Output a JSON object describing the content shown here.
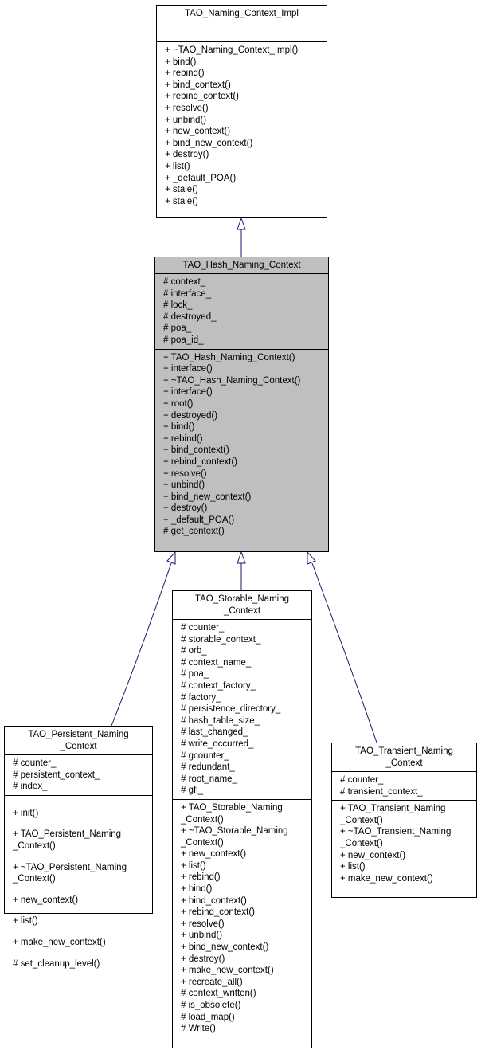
{
  "classes": {
    "naming_context_impl": {
      "name": "TAO_Naming_Context_Impl",
      "attributes": [],
      "operations": [
        "+ ~TAO_Naming_Context_Impl()",
        "+ bind()",
        "+ rebind()",
        "+ bind_context()",
        "+ rebind_context()",
        "+ resolve()",
        "+ unbind()",
        "+ new_context()",
        "+ bind_new_context()",
        "+ destroy()",
        "+ list()",
        "+ _default_POA()",
        "+ stale()",
        "+ stale()"
      ]
    },
    "hash_naming_context": {
      "name": "TAO_Hash_Naming_Context",
      "attributes": [
        "# context_",
        "# interface_",
        "# lock_",
        "# destroyed_",
        "# poa_",
        "# poa_id_"
      ],
      "operations": [
        "+ TAO_Hash_Naming_Context()",
        "+ interface()",
        "+ ~TAO_Hash_Naming_Context()",
        "+ interface()",
        "+ root()",
        "+ destroyed()",
        "+ bind()",
        "+ rebind()",
        "+ bind_context()",
        "+ rebind_context()",
        "+ resolve()",
        "+ unbind()",
        "+ bind_new_context()",
        "+ destroy()",
        "+ _default_POA()",
        "# get_context()"
      ]
    },
    "persistent_naming_context": {
      "name": "TAO_Persistent_Naming\n_Context",
      "attributes": [
        "# counter_",
        "# persistent_context_",
        "# index_"
      ],
      "operations": [
        "+ init()",
        "+ TAO_Persistent_Naming\n_Context()",
        "+ ~TAO_Persistent_Naming\n_Context()",
        "+ new_context()",
        "+ list()",
        "+ make_new_context()",
        "# set_cleanup_level()"
      ]
    },
    "storable_naming_context": {
      "name": "TAO_Storable_Naming\n_Context",
      "attributes": [
        "# counter_",
        "# storable_context_",
        "# orb_",
        "# context_name_",
        "# poa_",
        "# context_factory_",
        "# factory_",
        "# persistence_directory_",
        "# hash_table_size_",
        "# last_changed_",
        "# write_occurred_",
        "# gcounter_",
        "# redundant_",
        "# root_name_",
        "# gfl_"
      ],
      "operations": [
        "+ TAO_Storable_Naming\n_Context()",
        "+ ~TAO_Storable_Naming\n_Context()",
        "+ new_context()",
        "+ list()",
        "+ rebind()",
        "+ bind()",
        "+ bind_context()",
        "+ rebind_context()",
        "+ resolve()",
        "+ unbind()",
        "+ bind_new_context()",
        "+ destroy()",
        "+ make_new_context()",
        "+ recreate_all()",
        "# context_written()",
        "# is_obsolete()",
        "# load_map()",
        "# Write()"
      ]
    },
    "transient_naming_context": {
      "name": "TAO_Transient_Naming\n_Context",
      "attributes": [
        "# counter_",
        "# transient_context_"
      ],
      "operations": [
        "+ TAO_Transient_Naming\n_Context()",
        "+ ~TAO_Transient_Naming\n_Context()",
        "+ new_context()",
        "+ list()",
        "+ make_new_context()"
      ]
    }
  },
  "edge_color": "#191970",
  "highlight_color": "#bfbfbf"
}
